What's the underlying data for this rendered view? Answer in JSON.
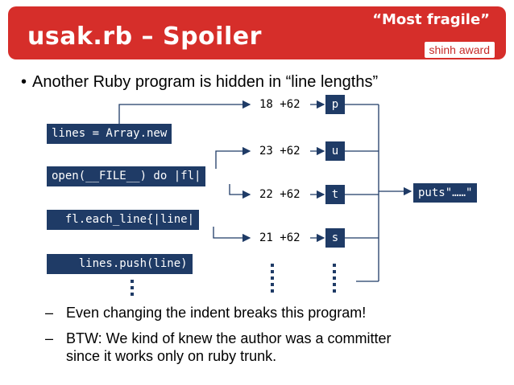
{
  "header": {
    "title": "usak.rb – Spoiler",
    "quote": "“Most fragile”",
    "award": "shinh award"
  },
  "bullet": "Another Ruby program is hidden in “line lengths”",
  "code_lines": [
    "lines = Array.new",
    "open(__FILE__) do |fl|",
    "  fl.each_line{|line|",
    "    lines.push(line)"
  ],
  "lengths": [
    "18 +62",
    "23 +62",
    "22 +62",
    "21 +62"
  ],
  "chars": [
    "p",
    "u",
    "t",
    "s"
  ],
  "output": "puts\"……\"",
  "notes": [
    "Even changing the indent breaks this program!",
    "BTW: We kind of knew the author was a committer",
    "since it works only on ruby trunk."
  ],
  "colors": {
    "header": "#d62e2a",
    "code_bg": "#1f3b66",
    "line": "#1f3b66"
  }
}
